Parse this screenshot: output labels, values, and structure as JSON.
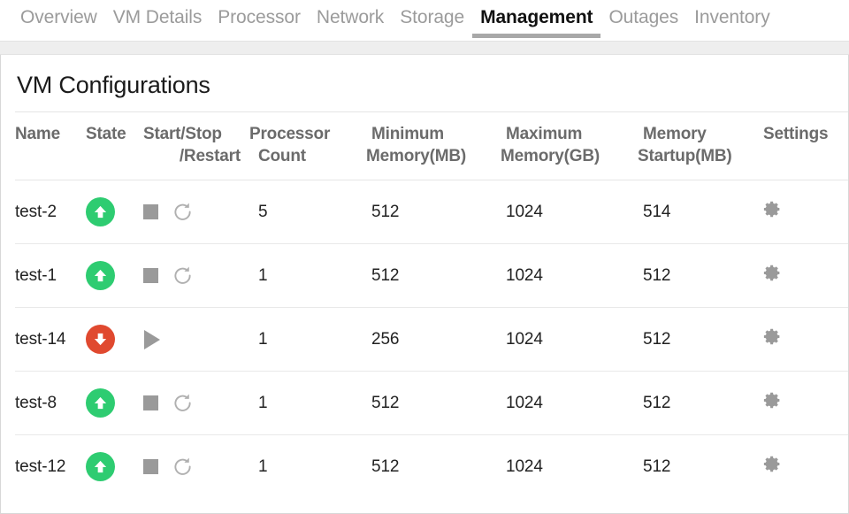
{
  "tabs": [
    {
      "label": "Overview",
      "active": false
    },
    {
      "label": "VM Details",
      "active": false
    },
    {
      "label": "Processor",
      "active": false
    },
    {
      "label": "Network",
      "active": false
    },
    {
      "label": "Storage",
      "active": false
    },
    {
      "label": "Management",
      "active": true
    },
    {
      "label": "Outages",
      "active": false
    },
    {
      "label": "Inventory",
      "active": false
    }
  ],
  "panel": {
    "title": "VM Configurations"
  },
  "table": {
    "headers": [
      "Name",
      "State",
      "Start/Stop /Restart",
      "Processor Count",
      "Minimum Memory(MB)",
      "Maximum Memory(GB)",
      "Memory Startup(MB)",
      "Settings"
    ],
    "header_lines": {
      "name": "Name",
      "state": "State",
      "actions_l1": "Start/Stop",
      "actions_l2": "/Restart",
      "proc_l1": "Processor",
      "proc_l2": "Count",
      "minmem_l1": "Minimum",
      "minmem_l2": "Memory(MB)",
      "maxmem_l1": "Maximum",
      "maxmem_l2": "Memory(GB)",
      "startmem_l1": "Memory",
      "startmem_l2": "Startup(MB)",
      "settings": "Settings"
    },
    "rows": [
      {
        "name": "test-2",
        "state": "running",
        "state_icon": "arrow-up-circle-green-icon",
        "actions": [
          "stop-icon",
          "restart-icon"
        ],
        "processor_count": "5",
        "minimum_memory_mb": "512",
        "maximum_memory_gb": "1024",
        "memory_startup_mb": "514",
        "settings_icon": "gear-icon"
      },
      {
        "name": "test-1",
        "state": "running",
        "state_icon": "arrow-up-circle-green-icon",
        "actions": [
          "stop-icon",
          "restart-icon"
        ],
        "processor_count": "1",
        "minimum_memory_mb": "512",
        "maximum_memory_gb": "1024",
        "memory_startup_mb": "512",
        "settings_icon": "gear-icon"
      },
      {
        "name": "test-14",
        "state": "stopped",
        "state_icon": "arrow-down-circle-red-icon",
        "actions": [
          "start-icon"
        ],
        "processor_count": "1",
        "minimum_memory_mb": "256",
        "maximum_memory_gb": "1024",
        "memory_startup_mb": "512",
        "settings_icon": "gear-icon"
      },
      {
        "name": "test-8",
        "state": "running",
        "state_icon": "arrow-up-circle-green-icon",
        "actions": [
          "stop-icon",
          "restart-icon"
        ],
        "processor_count": "1",
        "minimum_memory_mb": "512",
        "maximum_memory_gb": "1024",
        "memory_startup_mb": "512",
        "settings_icon": "gear-icon"
      },
      {
        "name": "test-12",
        "state": "running",
        "state_icon": "arrow-up-circle-green-icon",
        "actions": [
          "stop-icon",
          "restart-icon"
        ],
        "processor_count": "1",
        "minimum_memory_mb": "512",
        "maximum_memory_gb": "1024",
        "memory_startup_mb": "512",
        "settings_icon": "gear-icon"
      }
    ]
  },
  "colors": {
    "running_green": "#2ecc71",
    "stopped_red": "#e0492f",
    "icon_gray": "#9a9a9a",
    "active_tab": "#111111",
    "inactive_tab": "#9b9b9b",
    "header_text": "#6b6b6b"
  }
}
